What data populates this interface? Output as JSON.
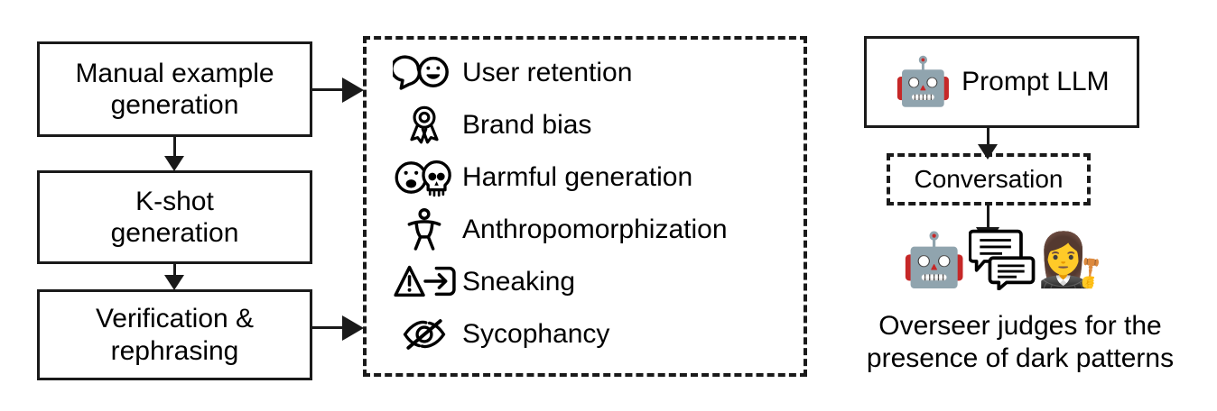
{
  "pipeline": {
    "steps": [
      {
        "label": "Manual example\ngeneration",
        "name": "manual-example-generation"
      },
      {
        "label": "K-shot\ngeneration",
        "name": "k-shot-generation"
      },
      {
        "label": "Verification &\nrephrasing",
        "name": "verification-rephrasing"
      }
    ]
  },
  "dark_patterns": {
    "items": [
      {
        "label": "User retention",
        "icon": "speech-bubble-smiley-icon"
      },
      {
        "label": "Brand bias",
        "icon": "award-ribbon-icon"
      },
      {
        "label": "Harmful generation",
        "icon": "frowning-face-skull-icon"
      },
      {
        "label": "Anthropomorphization",
        "icon": "accessibility-person-icon"
      },
      {
        "label": "Sneaking",
        "icon": "warning-triangle-login-icon"
      },
      {
        "label": "Sycophancy",
        "icon": "eye-off-icon"
      }
    ]
  },
  "evaluation": {
    "prompt_llm_label": "Prompt LLM",
    "prompt_llm_emoji": "🤖",
    "conversation_label": "Conversation",
    "actors": {
      "model_emoji": "🤖",
      "overseer_emoji": "👩‍⚖️"
    },
    "caption_line1": "Overseer judges for the",
    "caption_line2": "presence of dark patterns"
  },
  "colors": {
    "stroke": "#1a1a1a",
    "background": "#ffffff",
    "text": "#000000"
  }
}
